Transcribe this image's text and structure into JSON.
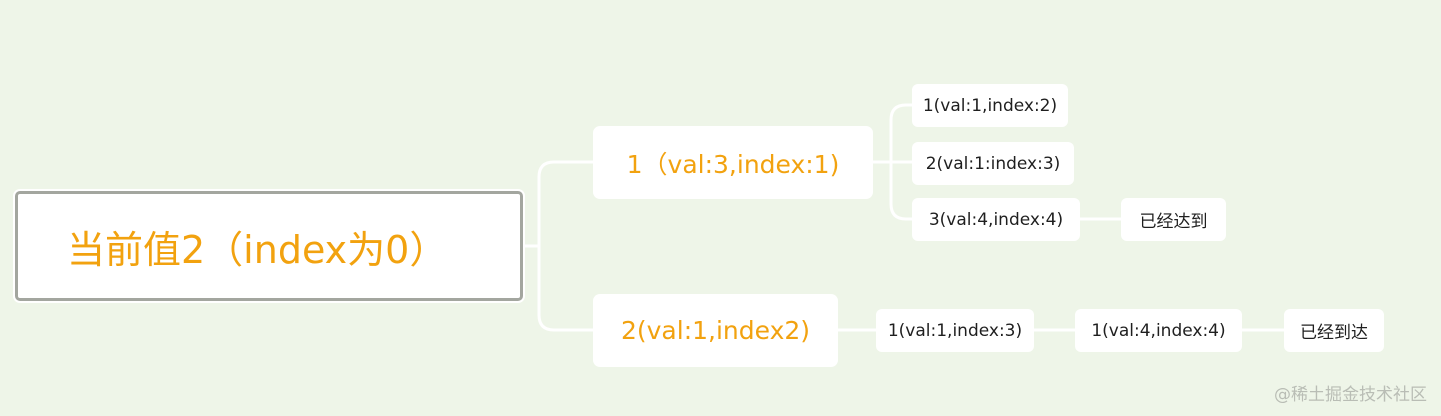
{
  "colors": {
    "background": "#eef5e8",
    "connector": "#ffffff",
    "accent_text": "#f2a20f",
    "root_border": "#a3a69f",
    "body_text": "#1f1f1f",
    "watermark": "#b9bdb5"
  },
  "mindmap": {
    "root": {
      "label": "当前值2（index为0）"
    },
    "branch1": {
      "label": "1（val:3,index:1)",
      "children": [
        {
          "label": "1(val:1,index:2)"
        },
        {
          "label": "2(val:1:index:3)"
        },
        {
          "label": "3(val:4,index:4)",
          "child": "已经达到"
        }
      ]
    },
    "branch2": {
      "label": "2(val:1,index2)",
      "child": {
        "label": "1(val:1,index:3)",
        "child": {
          "label": "1(val:4,index:4)",
          "child": "已经到达"
        }
      }
    }
  },
  "watermark": "@稀土掘金技术社区"
}
